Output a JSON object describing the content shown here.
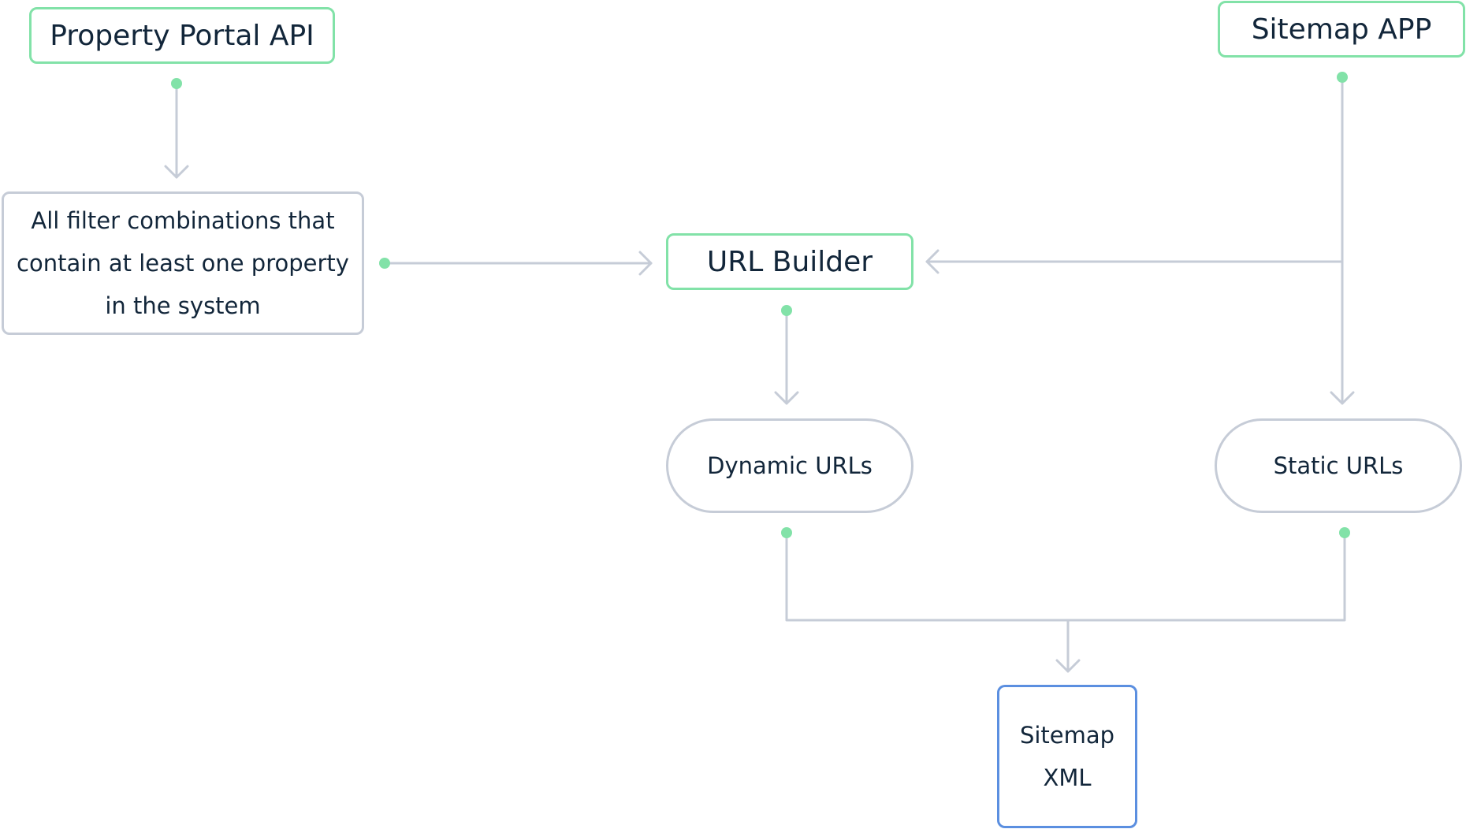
{
  "colors": {
    "node_border_green": "#82e2a8",
    "node_border_grey": "#c6ccd7",
    "node_border_blue": "#5b8fe0",
    "connector": "#c6ccd7",
    "connector_dot": "#82e2a8",
    "text": "#12263a"
  },
  "nodes": {
    "property_portal_api": {
      "label": "Property Portal API"
    },
    "sitemap_app": {
      "label": "Sitemap APP"
    },
    "filter_combinations": {
      "lines": [
        "All filter combinations that",
        "contain at least one property",
        "in the system"
      ]
    },
    "url_builder": {
      "label": "URL Builder"
    },
    "dynamic_urls": {
      "label": "Dynamic URLs"
    },
    "static_urls": {
      "label": "Static URLs"
    },
    "sitemap_xml": {
      "lines": [
        "Sitemap",
        "XML"
      ]
    }
  },
  "edges": [
    {
      "from": "Property Portal API",
      "to": "All filter combinations that contain at least one property in the system"
    },
    {
      "from": "All filter combinations that contain at least one property in the system",
      "to": "URL Builder"
    },
    {
      "from": "Sitemap APP",
      "to": "URL Builder"
    },
    {
      "from": "Sitemap APP",
      "to": "Static URLs"
    },
    {
      "from": "URL Builder",
      "to": "Dynamic URLs"
    },
    {
      "from": "Dynamic URLs",
      "to": "Sitemap XML"
    },
    {
      "from": "Static URLs",
      "to": "Sitemap XML"
    }
  ]
}
